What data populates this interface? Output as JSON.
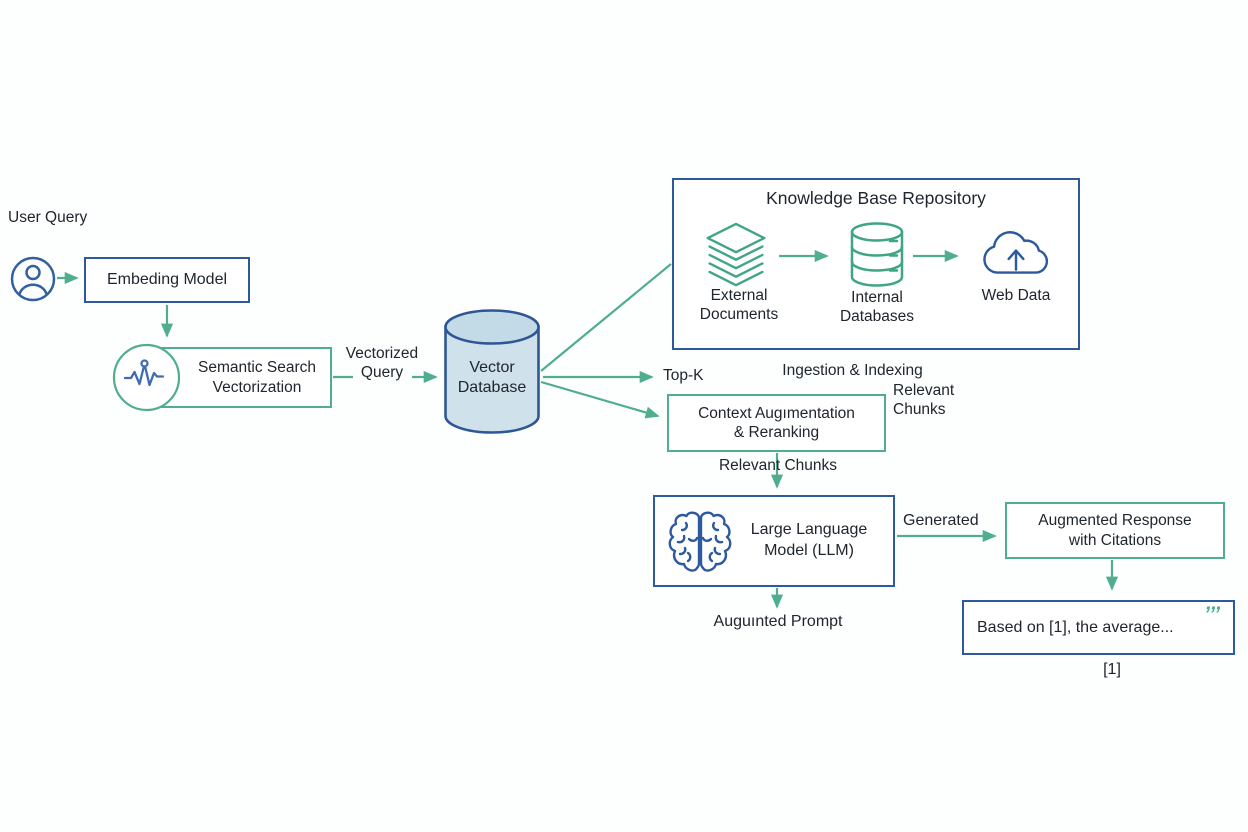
{
  "colors": {
    "green": "#4fae8d",
    "blue": "#2d5a9e",
    "icon-blue": "#33619f",
    "text": "#20262e",
    "cyl-fill": "#cfe2ec",
    "cyl-top": "#c3dae7",
    "bg": "#fdfefe"
  },
  "diagram": {
    "user_query": "User Query",
    "embedding_model": "Embeding Model",
    "semantic_search": "Semantic Search\nVectorization",
    "vectorized_query": "Vectorized\nQuery",
    "vector_database": "Vector\nDatabase",
    "knowledge_base": {
      "title": "Knowledge Base Repository",
      "external_documents": "External\nDocuments",
      "internal_databases": "Internal\nDatabases",
      "web_data": "Web Data"
    },
    "top_k": "Top-K",
    "ingestion_indexing": "Ingestion & Indexing",
    "relevant_chunks_side": "Relevant\nChunks",
    "context_reranking": "Context Augımentation\n& Reranking",
    "relevant_chunks": "Relevant Chunks",
    "llm": "Large Language\nModel (LLM)",
    "generated": "Generated",
    "augmented_prompt": "Auguınted Prompt",
    "augmented_response": "Augmented Response\nwith Citations",
    "citation_text": "Based on [1], the average...",
    "quote_marks": "’’’",
    "citation_ref": "[1]"
  }
}
